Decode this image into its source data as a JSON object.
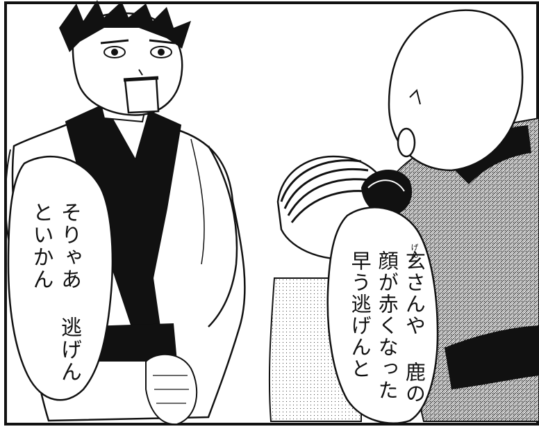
{
  "bubble_left": {
    "lines": [
      "そりゃあ",
      "逃げんといかん"
    ]
  },
  "bubble_right": {
    "lines": [
      "玄さんや",
      "鹿の顔が赤くなった",
      "早う逃げんと"
    ],
    "ruby": "げん"
  },
  "colors": {
    "ink": "#111111",
    "paper": "#ffffff"
  }
}
